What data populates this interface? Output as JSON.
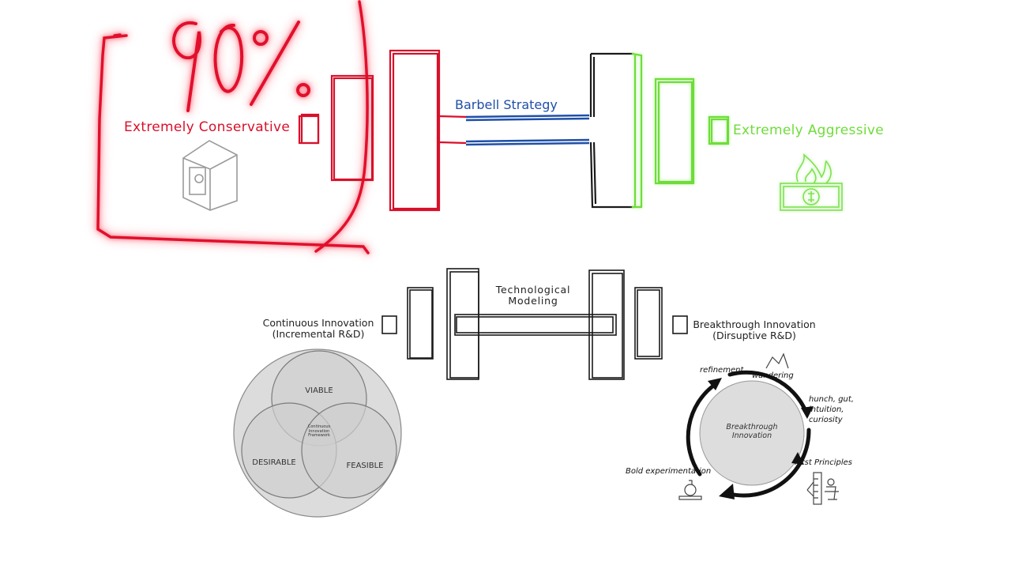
{
  "colors": {
    "red": "#d8102a",
    "green": "#6fdc3a",
    "blue": "#1f4fa8",
    "black": "#1a1a1a",
    "gray_fill": "#d6d6d6"
  },
  "top": {
    "percent": "90%",
    "conservative_label": "Extremely Conservative",
    "aggressive_label": "Extremely Aggressive",
    "strategy_label": "Barbell Strategy",
    "icons": {
      "left": "safe-icon",
      "right": "burning-money-icon"
    }
  },
  "bottom": {
    "center_label_line1": "Technological",
    "center_label_line2": "Modeling",
    "left_title_line1": "Continuous Innovation",
    "left_title_line2": "(Incremental R&D)",
    "right_title_line1": "Breakthrough Innovation",
    "right_title_line2": "(Dirsuptive R&D)",
    "venn": {
      "top": "VIABLE",
      "left": "DESIRABLE",
      "right": "FEASIBLE",
      "center": [
        "Continuous",
        "Innovation",
        "Framework"
      ]
    },
    "cycle": {
      "center_line1": "Breakthrough",
      "center_line2": "Innovation",
      "refinement": "refinement",
      "wandering": "wandering",
      "hunch": [
        "hunch, gut,",
        "intuition,",
        "curiosity"
      ],
      "first_principles": "First Principles",
      "bold": "Bold experimentation"
    }
  }
}
